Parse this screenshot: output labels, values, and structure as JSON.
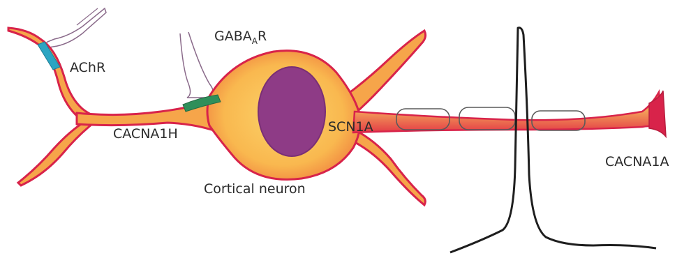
{
  "labels": {
    "achr": "AChR",
    "gaba_main": "GABA",
    "gaba_sub": "A",
    "gaba_tail": "R",
    "cacna1h": "CACNA1H",
    "scn1a": "SCN1A",
    "cortical_neuron": "Cortical neuron",
    "cacna1a": "CACNA1A"
  },
  "colors": {
    "outline": "#d8234a",
    "neuron_fill_light": "#fbd36a",
    "neuron_fill_mid": "#f7a743",
    "neuron_fill_deep": "#ef6b3c",
    "nucleus": "#8e3b86",
    "nucleus_stroke": "#7a2f75",
    "achr_receptor": "#2ba5c2",
    "gaba_receptor": "#2f8f5a",
    "synapse_terminal": "#8a6a8a",
    "action_potential": "#1e1e1e",
    "myelin": "#5a5a5a"
  },
  "icons": {
    "achr_terminal": "presynaptic-terminal-icon",
    "gaba_terminal": "presynaptic-terminal-icon",
    "spike": "action-potential-icon"
  }
}
